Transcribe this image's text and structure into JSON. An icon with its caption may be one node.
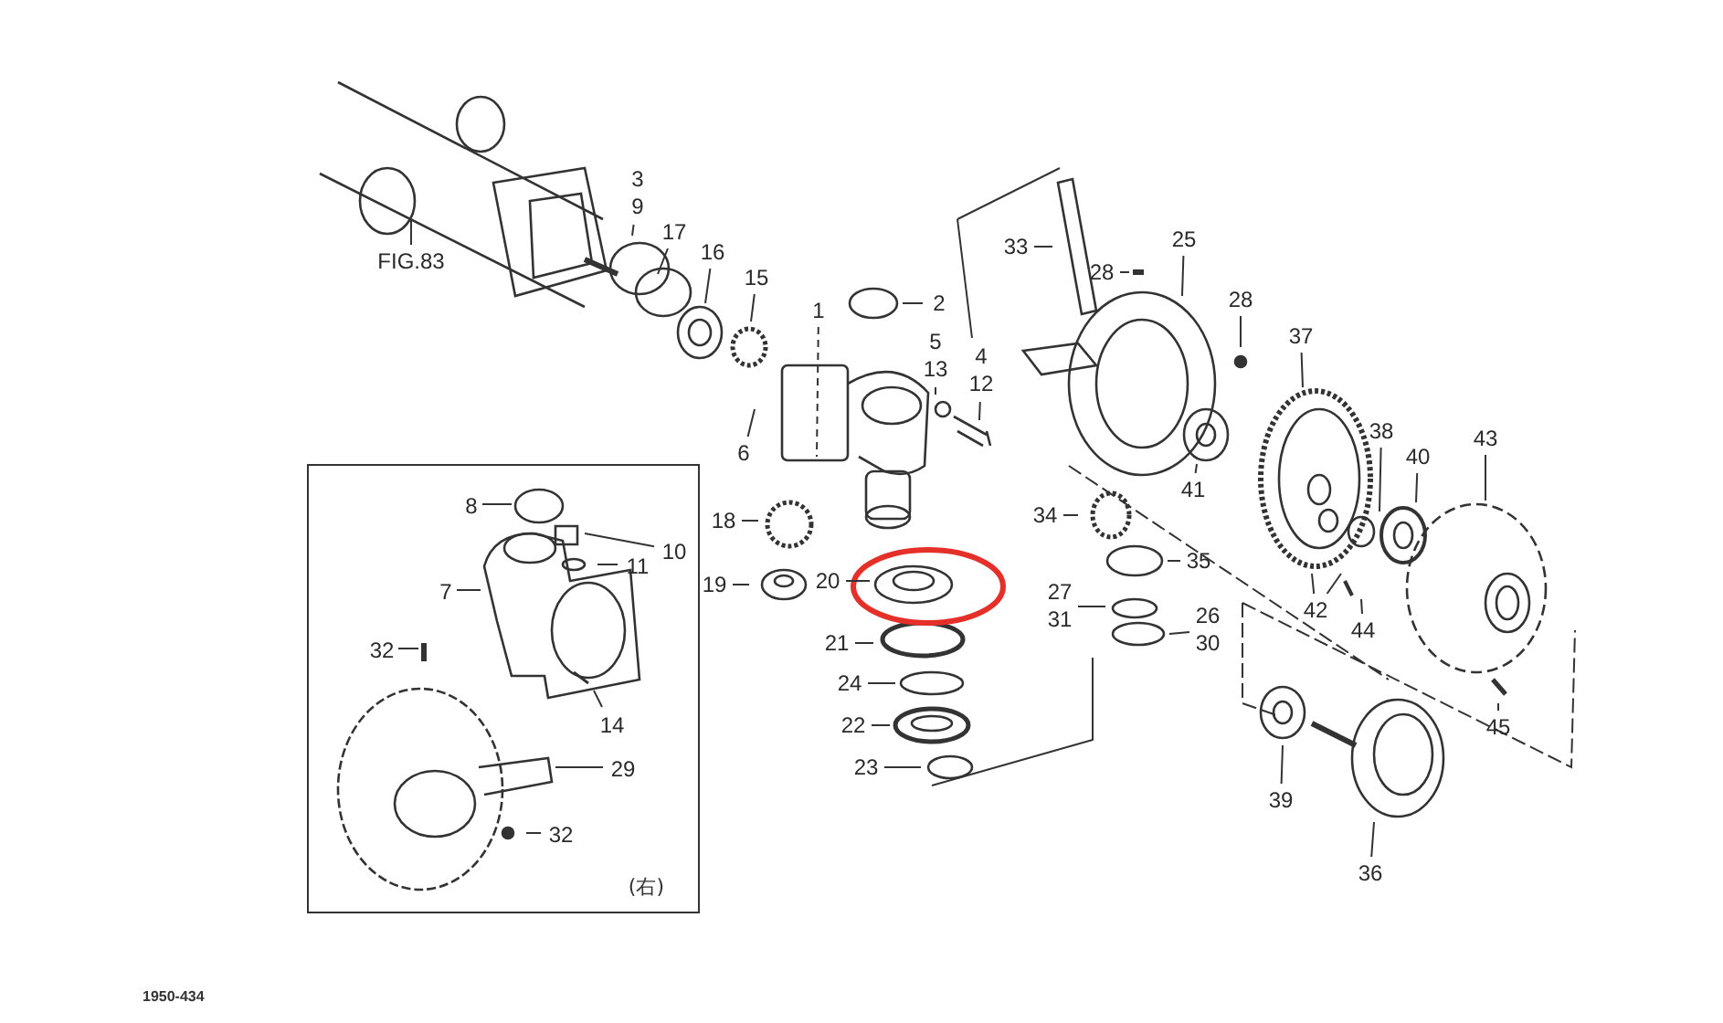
{
  "diagram": {
    "nodes": [
      {
        "text": [
          "FIG.83"
        ]
      },
      {
        "text": [
          "3",
          "9"
        ]
      },
      {
        "text": [
          "17"
        ]
      },
      {
        "text": [
          "16"
        ]
      },
      {
        "text": [
          "15"
        ]
      },
      {
        "text": [
          "1"
        ]
      },
      {
        "text": [
          "2"
        ]
      },
      {
        "text": [
          "5",
          "13"
        ]
      },
      {
        "text": [
          "4",
          "12"
        ]
      },
      {
        "text": [
          "6"
        ]
      },
      {
        "text": [
          "33"
        ]
      },
      {
        "text": [
          "28"
        ]
      },
      {
        "text": [
          "25"
        ]
      },
      {
        "text": [
          "28"
        ]
      },
      {
        "text": [
          "37"
        ]
      },
      {
        "text": [
          "41"
        ]
      },
      {
        "text": [
          "38"
        ]
      },
      {
        "text": [
          "40"
        ]
      },
      {
        "text": [
          "43"
        ]
      },
      {
        "text": [
          "34"
        ]
      },
      {
        "text": [
          "42"
        ]
      },
      {
        "text": [
          "35"
        ]
      },
      {
        "text": [
          "27",
          "31"
        ]
      },
      {
        "text": [
          "26",
          "30"
        ]
      },
      {
        "text": [
          "44"
        ]
      },
      {
        "text": [
          "45"
        ]
      },
      {
        "text": [
          "39"
        ]
      },
      {
        "text": [
          "36"
        ]
      },
      {
        "text": [
          "18"
        ]
      },
      {
        "text": [
          "19"
        ]
      },
      {
        "text": [
          "20"
        ]
      },
      {
        "text": [
          "21"
        ]
      },
      {
        "text": [
          "24"
        ]
      },
      {
        "text": [
          "22"
        ]
      },
      {
        "text": [
          "23"
        ]
      },
      {
        "text": [
          "(右)"
        ]
      },
      {
        "text": [
          "8"
        ],
        "in": 35
      },
      {
        "text": [
          "10"
        ],
        "in": 35
      },
      {
        "text": [
          "11"
        ],
        "in": 35
      },
      {
        "text": [
          "7"
        ],
        "in": 35
      },
      {
        "text": [
          "32"
        ],
        "in": 35
      },
      {
        "text": [
          "14"
        ],
        "in": 35
      },
      {
        "text": [
          "29"
        ],
        "in": 35
      },
      {
        "text": [
          "32"
        ],
        "in": 35
      }
    ],
    "edges": [
      {
        "from": 0,
        "to": null,
        "arrow": "none"
      },
      {
        "from": 1,
        "to": null,
        "arrow": "none"
      },
      {
        "from": 2,
        "to": null,
        "arrow": "none"
      },
      {
        "from": 3,
        "to": null,
        "arrow": "none"
      },
      {
        "from": 4,
        "to": null,
        "arrow": "none"
      },
      {
        "from": 5,
        "to": null,
        "arrow": "none",
        "style": "dashed"
      },
      {
        "from": 6,
        "to": null,
        "arrow": "none"
      },
      {
        "from": 7,
        "to": null,
        "arrow": "none"
      },
      {
        "from": 8,
        "to": null,
        "arrow": "none"
      },
      {
        "from": 9,
        "to": null,
        "arrow": "none"
      },
      {
        "from": 10,
        "to": null,
        "arrow": "none"
      },
      {
        "from": 11,
        "to": null,
        "arrow": "none"
      },
      {
        "from": 12,
        "to": null,
        "arrow": "none"
      },
      {
        "from": 13,
        "to": null,
        "arrow": "none"
      },
      {
        "from": 14,
        "to": null,
        "arrow": "none"
      },
      {
        "from": 15,
        "to": null,
        "arrow": "none"
      },
      {
        "from": 16,
        "to": null,
        "arrow": "none"
      },
      {
        "from": 17,
        "to": null,
        "arrow": "none"
      },
      {
        "from": 18,
        "to": null,
        "arrow": "none"
      },
      {
        "from": 19,
        "to": null,
        "arrow": "none"
      },
      {
        "from": 20,
        "to": null,
        "arrow": "none"
      },
      {
        "from": 21,
        "to": null,
        "arrow": "none"
      },
      {
        "from": 22,
        "to": null,
        "arrow": "none"
      },
      {
        "from": 23,
        "to": null,
        "arrow": "none"
      },
      {
        "from": 24,
        "to": null,
        "arrow": "none"
      },
      {
        "from": 25,
        "to": null,
        "arrow": "none"
      },
      {
        "from": 26,
        "to": null,
        "arrow": "none"
      },
      {
        "from": 27,
        "to": null,
        "arrow": "none"
      },
      {
        "from": 28,
        "to": null,
        "arrow": "none"
      },
      {
        "from": 29,
        "to": null,
        "arrow": "none"
      },
      {
        "from": 30,
        "to": null,
        "arrow": "none"
      },
      {
        "from": 31,
        "to": null,
        "arrow": "none"
      },
      {
        "from": 32,
        "to": null,
        "arrow": "none"
      },
      {
        "from": 33,
        "to": null,
        "arrow": "none"
      },
      {
        "from": 34,
        "to": null,
        "arrow": "none"
      },
      {
        "from": 36,
        "to": null,
        "arrow": "none"
      },
      {
        "from": 37,
        "to": null,
        "arrow": "none"
      },
      {
        "from": 38,
        "to": null,
        "arrow": "none"
      },
      {
        "from": 39,
        "to": null,
        "arrow": "none"
      },
      {
        "from": 40,
        "to": null,
        "arrow": "none"
      },
      {
        "from": 41,
        "to": null,
        "arrow": "none"
      },
      {
        "from": 42,
        "to": null,
        "arrow": "none"
      },
      {
        "from": 43,
        "to": null,
        "arrow": "none"
      },
      {
        "from": 20,
        "to": null,
        "arrow": "none"
      }
    ],
    "labels": [
      "1950-434"
    ]
  }
}
